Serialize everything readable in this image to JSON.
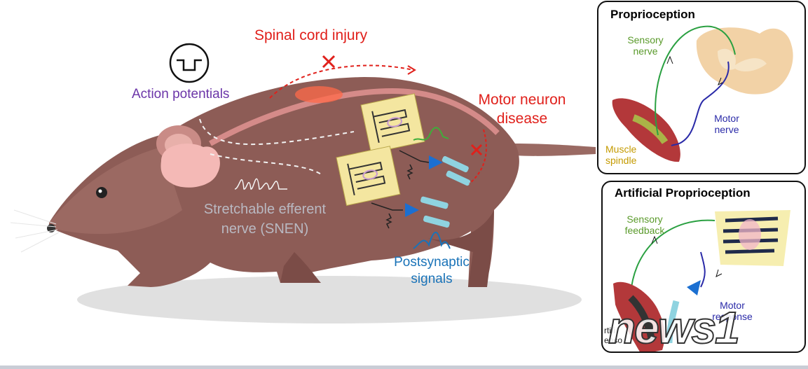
{
  "main": {
    "action_potentials": "Action potentials",
    "spinal_cord_injury": "Spinal cord injury",
    "motor_neuron_disease": [
      "Motor neuron",
      "disease"
    ],
    "snen": [
      "Stretchable efferent",
      "nerve (SNEN)"
    ],
    "postsynaptic": [
      "Postsynaptic",
      "signals"
    ]
  },
  "proprioception": {
    "title": "Proprioception",
    "sensory_nerve": [
      "Sensory",
      "nerve"
    ],
    "motor_nerve": [
      "Motor",
      "nerve"
    ],
    "muscle_spindle": [
      "Muscle",
      "spindle"
    ]
  },
  "artificial": {
    "title": "Artificial Proprioception",
    "sensory_feedback": [
      "Sensory",
      "feedback"
    ],
    "motor_response": [
      "Motor",
      "response"
    ],
    "cut_label": [
      "rtifi",
      "enso"
    ]
  },
  "watermark": "news1",
  "colors": {
    "red": "#e0201b",
    "purple": "#6b35a8",
    "gray_text": "#b9b9c2",
    "blue_text": "#1a73b8",
    "green_text": "#5a9a2b",
    "navy_text": "#2a2aa8",
    "mustard_text": "#c49a00",
    "mouse": "#8d5c56"
  }
}
